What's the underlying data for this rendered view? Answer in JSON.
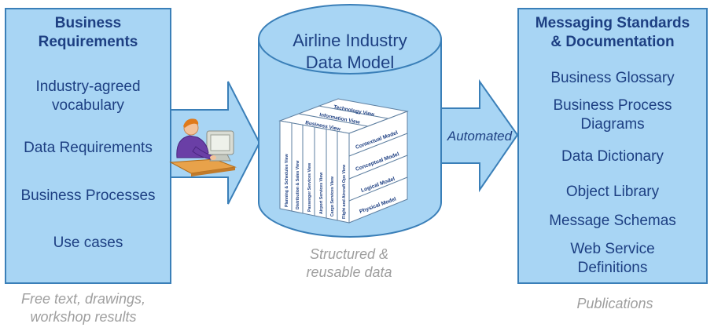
{
  "left_panel": {
    "title": "Business\nRequirements",
    "items": [
      "Industry-agreed\nvocabulary",
      "Data Requirements",
      "Business Processes",
      "Use cases"
    ],
    "caption": "Free text, drawings,\nworkshop results"
  },
  "center": {
    "title": "Airline Industry\nData Model",
    "caption": "Structured &\nreusable data",
    "cube": {
      "top_labels": [
        "Technology View",
        "Information View",
        "Business View"
      ],
      "front_labels": [
        "Planning & Schedules View",
        "Distribution & Sales View",
        "Passenger Services View",
        "Airport Services View",
        "Cargo Services View",
        "Flight and Aircraft Ops View"
      ],
      "side_labels": [
        "Contextual Model",
        "Conceptual Model",
        "Logical Model",
        "Physical Model"
      ]
    }
  },
  "arrow_label": "Automated",
  "right_panel": {
    "title": "Messaging Standards\n& Documentation",
    "items": [
      "Business Glossary",
      "Business Process\nDiagrams",
      "Data Dictionary",
      "Object Library",
      "Message Schemas",
      "Web Service\nDefinitions"
    ],
    "caption": "Publications"
  },
  "icons": [
    "person-at-computer-icon"
  ],
  "colors": {
    "fill": "#a8d5f4",
    "border": "#3a7fb8",
    "text": "#1d3f82",
    "caption": "#9e9e9e"
  }
}
